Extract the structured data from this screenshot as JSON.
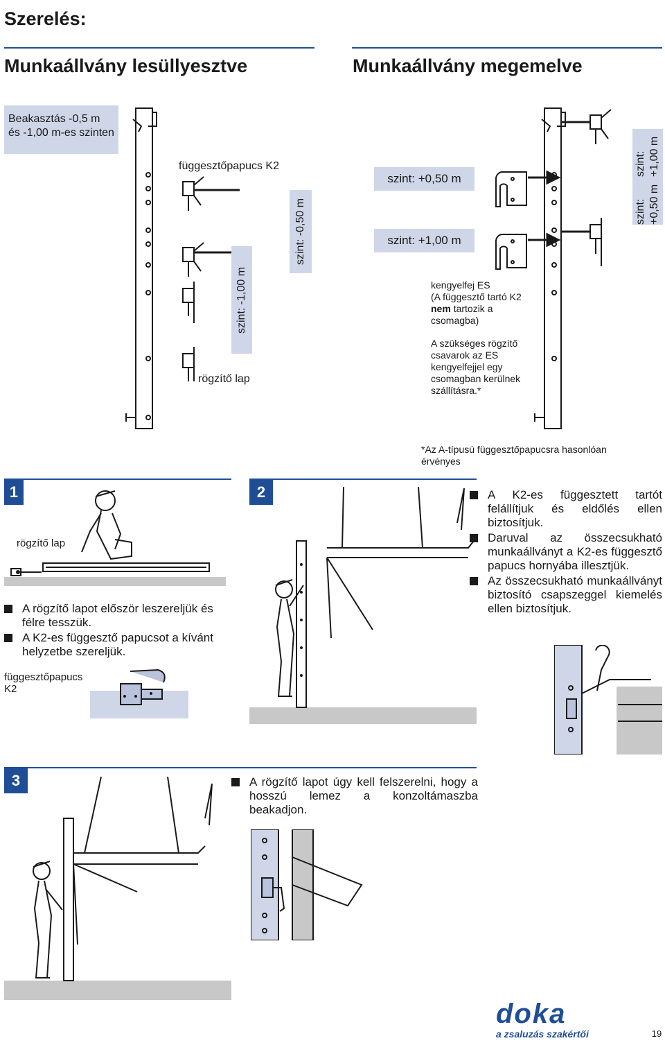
{
  "header": {
    "title": "Szerelés:",
    "left_heading": "Munkaállvány lesüllyesztve",
    "right_heading": "Munkaállvány megemelve"
  },
  "top_diagram": {
    "hook_level_note": "Beakasztás -0,5 m és -1,00 m-es szinten",
    "shoe_label": "függesztőpapucs K2",
    "level_minus_100": "szint: -1,00 m",
    "level_minus_050": "szint: -0,50 m",
    "fixing_plate_label": "rögzítő lap",
    "level_plus_050": "szint: +0,50 m",
    "level_plus_100": "szint: +1,00 m",
    "bracket_head_line1": "kengyelfej ES",
    "bracket_head_line2_pre": "(A függesztő tartó K2",
    "bracket_head_bold": "nem",
    "bracket_head_line3": "tartozik a csomagba)",
    "screws_note": "A szükséges rögzítő csavarok az ES kengyelfejjel egy csomagban kerülnek szállításra.*",
    "right_vertical_1": "szint: +0,50 m",
    "right_vertical_2": "szint: +1,00 m",
    "footnote": "*Az A-típusú függesztőpapucsra hasonlóan érvényes"
  },
  "step1": {
    "number": "1",
    "fixing_plate_label": "rögzítő lap",
    "bullets": [
      "A rögzítő lapot először leszereljük és félre tesszük.",
      "A K2-es függesztő papucsot a kívánt helyzetbe szereljük."
    ],
    "shoe_label": "függesztőpapucs K2"
  },
  "step2": {
    "number": "2",
    "bullets": [
      "A K2-es függesztett tartót felállítjuk és eldőlés ellen biztosítjuk.",
      "Daruval az összecsukható munkaállványt a K2-es függesztő papucs hornyába illesztjük.",
      "Az összecsukható munkaállványt biztosító csapszeggel kiemelés ellen biztosítjuk."
    ]
  },
  "step3": {
    "number": "3",
    "bullets": [
      "A rögzítő lapot úgy kell felszerelni, hogy a hosszú lemez a konzoltámaszba beakadjon."
    ]
  },
  "footer": {
    "logo_text": "doka",
    "tagline": "a zsaluzás szakértői",
    "page_number": "19"
  },
  "colors": {
    "accent": "#1f4e96",
    "label_bg": "#cfd6e8",
    "ground": "#c8c8c8"
  }
}
